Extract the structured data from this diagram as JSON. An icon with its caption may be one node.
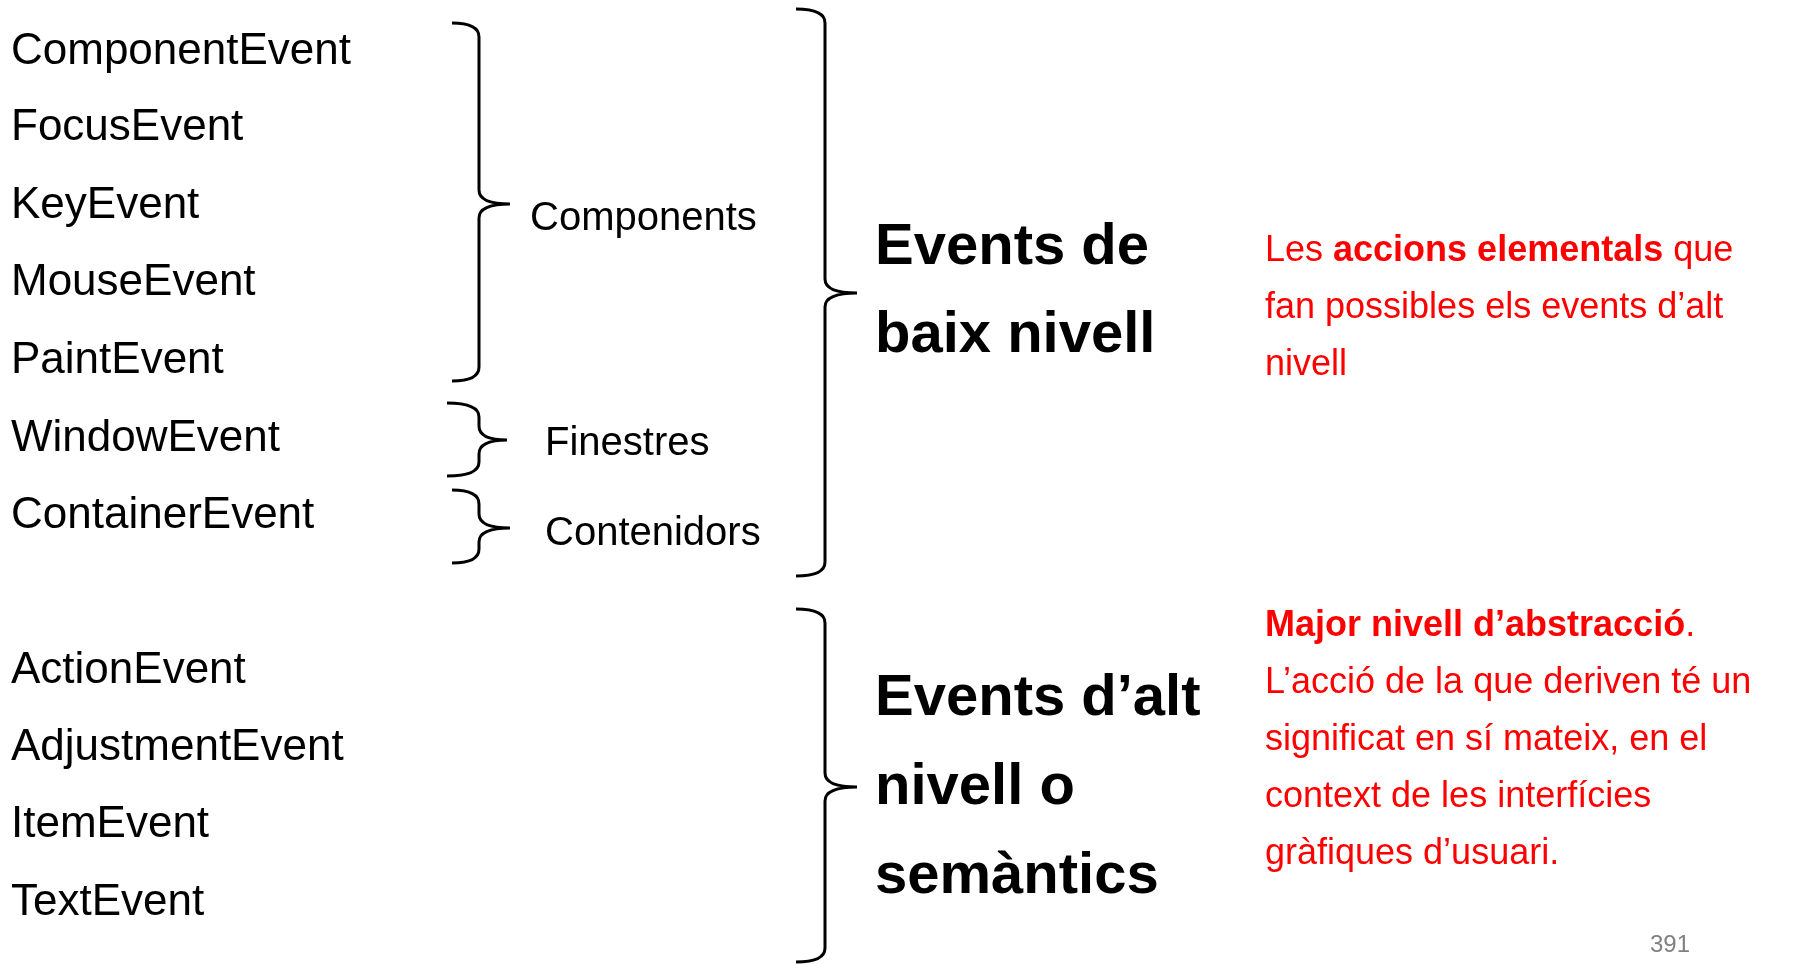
{
  "diagram": {
    "labels": [
      "ComponentEvent",
      "FocusEvent",
      "KeyEvent",
      "MouseEvent",
      "PaintEvent",
      "WindowEvent",
      "ContainerEvent",
      "Components",
      "Finestres",
      "Contenidors",
      "Events de baix nivell",
      "Les **accions elementals** que fan possibles els events d’alt nivell",
      "ActionEvent",
      "AdjustmentEvent",
      "ItemEvent",
      "TextEvent",
      "Events d’alt nivell o semàntics",
      "**Major nivell d’abstracció**. L’acció de la que deriven té un significat en sí mateix, en el context de les interfícies gràfiques d’usuari.",
      "391"
    ]
  }
}
